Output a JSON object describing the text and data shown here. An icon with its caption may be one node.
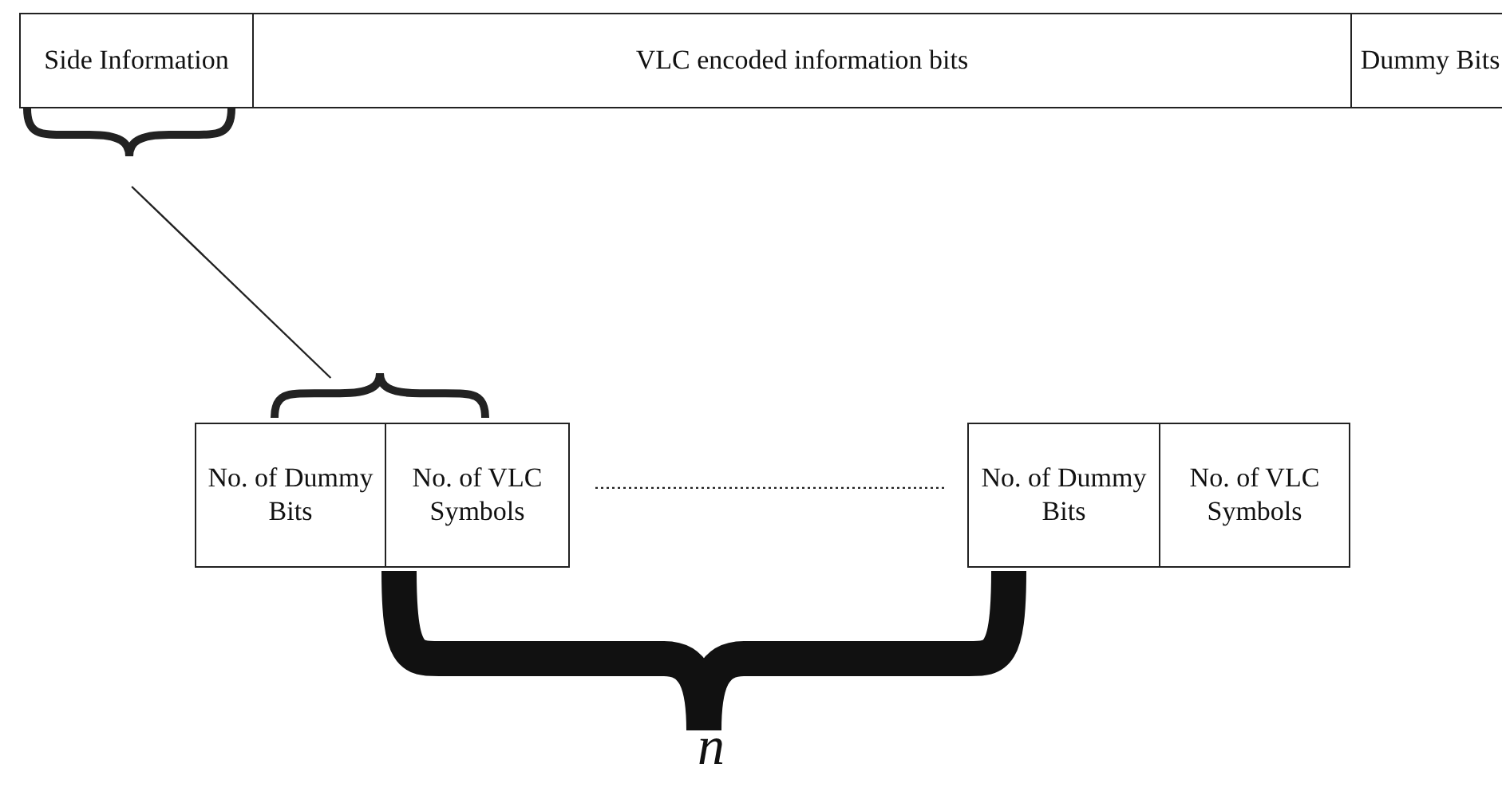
{
  "diagram": {
    "nodes": [
      {
        "text": [
          "Side Information"
        ]
      },
      {
        "text": [
          "VLC encoded information bits"
        ]
      },
      {
        "text": [
          "Dummy Bits"
        ]
      },
      {
        "text": [
          "No. of Dummy Bits"
        ]
      },
      {
        "text": [
          "No. of VLC Symbols"
        ]
      },
      {
        "text": [
          "No. of Dummy Bits"
        ]
      },
      {
        "text": [
          "No. of VLC Symbols"
        ]
      }
    ],
    "edges": [
      {
        "from": 0,
        "to": 3,
        "arrow": "none"
      },
      {
        "from": 4,
        "to": 5,
        "arrow": "none",
        "style": "dashed"
      }
    ],
    "labels": [
      "n"
    ]
  }
}
